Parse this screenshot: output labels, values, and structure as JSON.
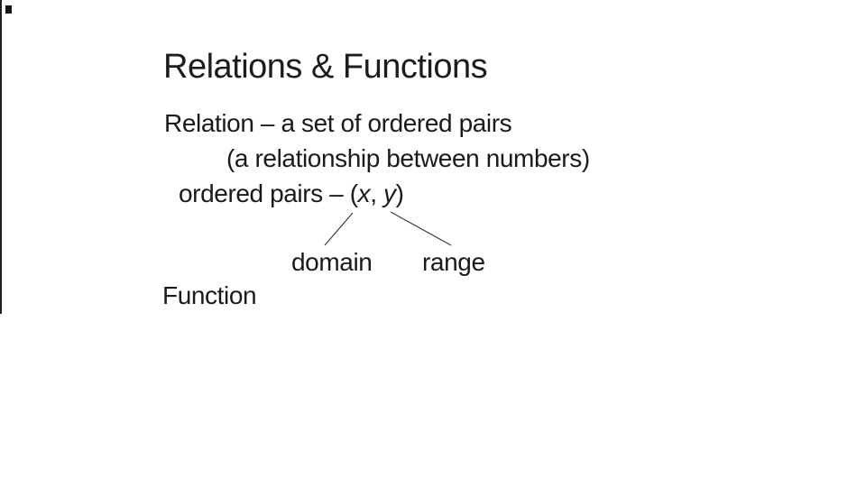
{
  "slide": {
    "title": "Relations & Functions",
    "body": {
      "line1": "Relation – a set of ordered pairs",
      "line2": "(a relationship between numbers)",
      "line3_segments": [
        {
          "text": "ordered pairs – ("
        },
        {
          "text": "x"
        },
        {
          "text": ", "
        },
        {
          "text": "y"
        },
        {
          "text": ")"
        }
      ]
    },
    "diagram": {
      "domain_label": "domain",
      "range_label": "range"
    },
    "function_label": "Function",
    "colors": {
      "background": "#ffffff",
      "text": "#1a1a1a",
      "connector_line": "#3c3c3c",
      "left_edge_line": "#1f1f1f"
    }
  }
}
